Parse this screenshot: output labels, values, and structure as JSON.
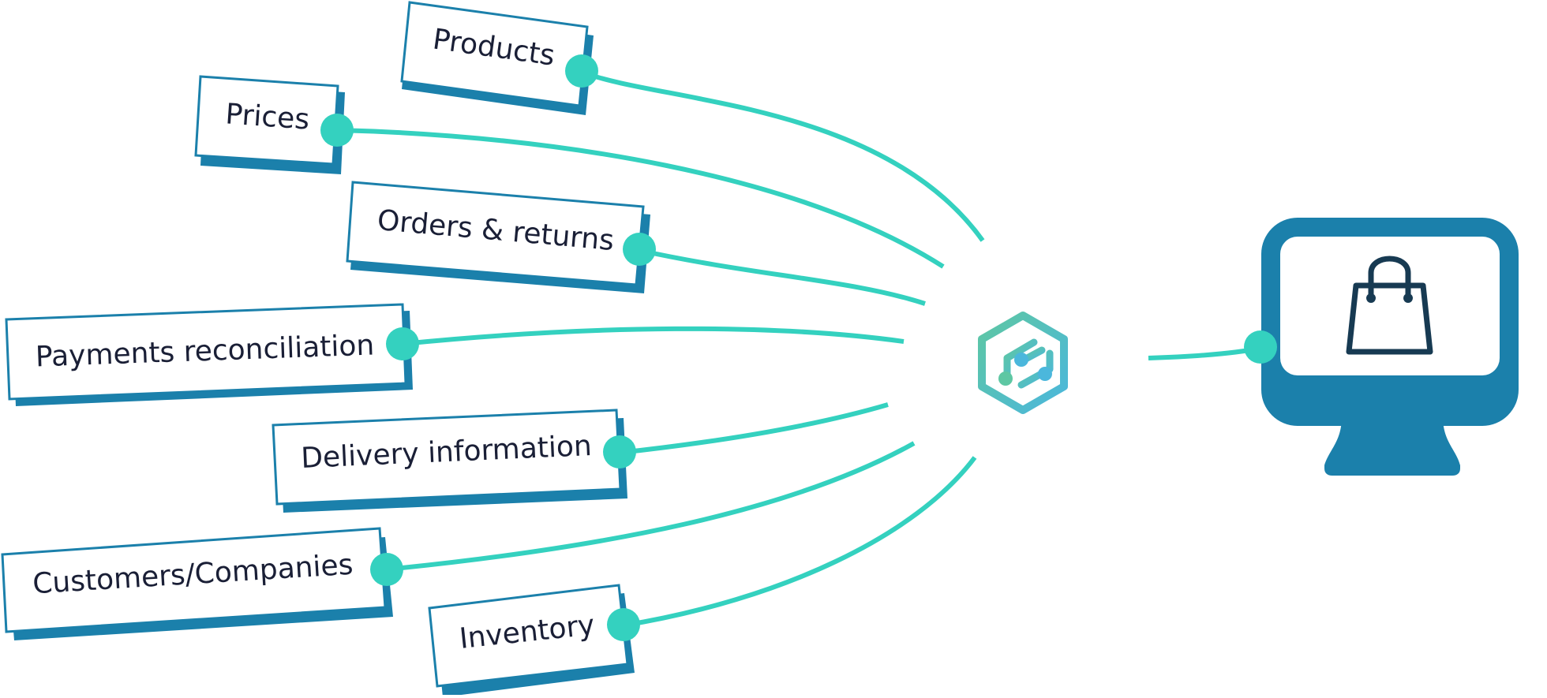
{
  "diagram": {
    "sources": [
      {
        "id": "products",
        "label": "Products"
      },
      {
        "id": "prices",
        "label": "Prices"
      },
      {
        "id": "orders",
        "label": "Orders & returns"
      },
      {
        "id": "payments",
        "label": "Payments reconciliation"
      },
      {
        "id": "delivery",
        "label": "Delivery information"
      },
      {
        "id": "customers",
        "label": "Customers/Companies"
      },
      {
        "id": "inventory",
        "label": "Inventory"
      }
    ],
    "hub": {
      "icon": "integration-hub-icon"
    },
    "target": {
      "icon": "shopping-bag-monitor-icon"
    },
    "colors": {
      "frame": "#1b80ab",
      "connector": "#34d1bf",
      "text": "#1a1f36",
      "hub_gradient_start": "#5ec7a3",
      "hub_gradient_end": "#4bb7dc"
    }
  }
}
